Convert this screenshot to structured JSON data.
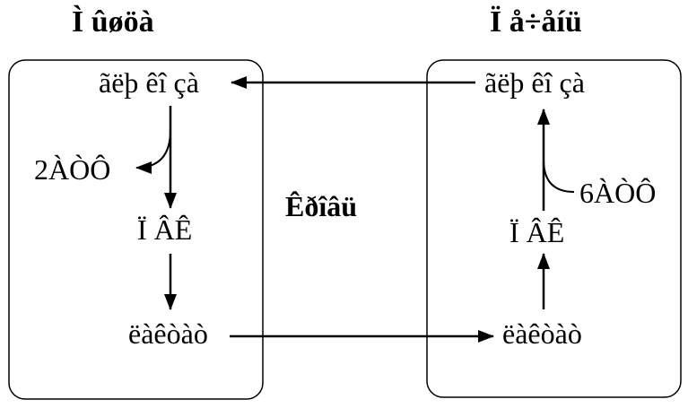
{
  "diagram": {
    "left_title": "Ì ûøöà",
    "right_title": "Ï å÷åíü",
    "center_label": "Êðîâü",
    "left_box": {
      "top_node": "ãëþ êî çà",
      "side_input": "2ÀÒÔ",
      "mid_node": "Ï ÂÊ",
      "bottom_node": "ëàêòàò"
    },
    "right_box": {
      "top_node": "ãëþ êî çà",
      "side_input": "6ÀÒÔ",
      "mid_node": "Ï ÂÊ",
      "bottom_node": "ëàêòàò"
    },
    "colors": {
      "stroke": "#000000",
      "background": "#ffffff"
    }
  }
}
